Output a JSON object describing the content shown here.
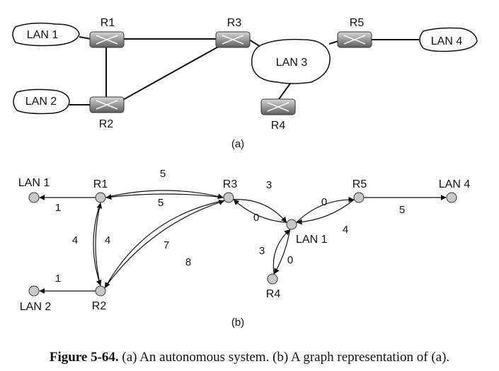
{
  "part_a": {
    "label": "(a)",
    "lans": [
      {
        "id": "lan1",
        "label": "LAN 1"
      },
      {
        "id": "lan2",
        "label": "LAN 2"
      },
      {
        "id": "lan3",
        "label": "LAN 3"
      },
      {
        "id": "lan4",
        "label": "LAN 4"
      }
    ],
    "routers": [
      {
        "id": "r1",
        "label": "R1"
      },
      {
        "id": "r2",
        "label": "R2"
      },
      {
        "id": "r3",
        "label": "R3"
      },
      {
        "id": "r4",
        "label": "R4"
      },
      {
        "id": "r5",
        "label": "R5"
      }
    ],
    "links": [
      [
        "lan1",
        "r1"
      ],
      [
        "r1",
        "r3"
      ],
      [
        "r1",
        "r2"
      ],
      [
        "lan2",
        "r2"
      ],
      [
        "r2",
        "r3"
      ],
      [
        "r3",
        "lan3"
      ],
      [
        "lan3",
        "r5"
      ],
      [
        "r5",
        "lan4"
      ],
      [
        "lan3",
        "r4"
      ]
    ]
  },
  "part_b": {
    "label": "(b)",
    "nodes": [
      {
        "id": "lan1",
        "label": "LAN 1"
      },
      {
        "id": "lan2",
        "label": "LAN 2"
      },
      {
        "id": "lan4",
        "label": "LAN 4"
      },
      {
        "id": "r1",
        "label": "R1"
      },
      {
        "id": "r2",
        "label": "R2"
      },
      {
        "id": "r3",
        "label": "R3"
      },
      {
        "id": "r5",
        "label": "R5"
      },
      {
        "id": "r4",
        "label": "R4"
      },
      {
        "id": "lan3",
        "label": "LAN 1"
      }
    ],
    "edges": [
      {
        "from": "r1",
        "to": "lan1",
        "weight": "1"
      },
      {
        "from": "r1",
        "to": "r3",
        "weight": "5"
      },
      {
        "from": "r3",
        "to": "r1",
        "weight": "5"
      },
      {
        "from": "r1",
        "to": "r2",
        "weight": "4"
      },
      {
        "from": "r2",
        "to": "r1",
        "weight": "4"
      },
      {
        "from": "r2",
        "to": "lan2",
        "weight": "1"
      },
      {
        "from": "r2",
        "to": "r3",
        "weight": "7"
      },
      {
        "from": "r3",
        "to": "r2",
        "weight": "8"
      },
      {
        "from": "r3",
        "to": "lan3",
        "weight": "3"
      },
      {
        "from": "lan3",
        "to": "r3",
        "weight": "0"
      },
      {
        "from": "lan3",
        "to": "r5",
        "weight": "0"
      },
      {
        "from": "r5",
        "to": "lan3",
        "weight": "4"
      },
      {
        "from": "r5",
        "to": "lan4",
        "weight": "5"
      },
      {
        "from": "r4",
        "to": "lan3",
        "weight": "3"
      },
      {
        "from": "lan3",
        "to": "r4",
        "weight": "0"
      }
    ]
  },
  "caption": {
    "number": "Figure 5-64.",
    "text": "(a) An autonomous system. (b) A graph representation of (a)."
  }
}
